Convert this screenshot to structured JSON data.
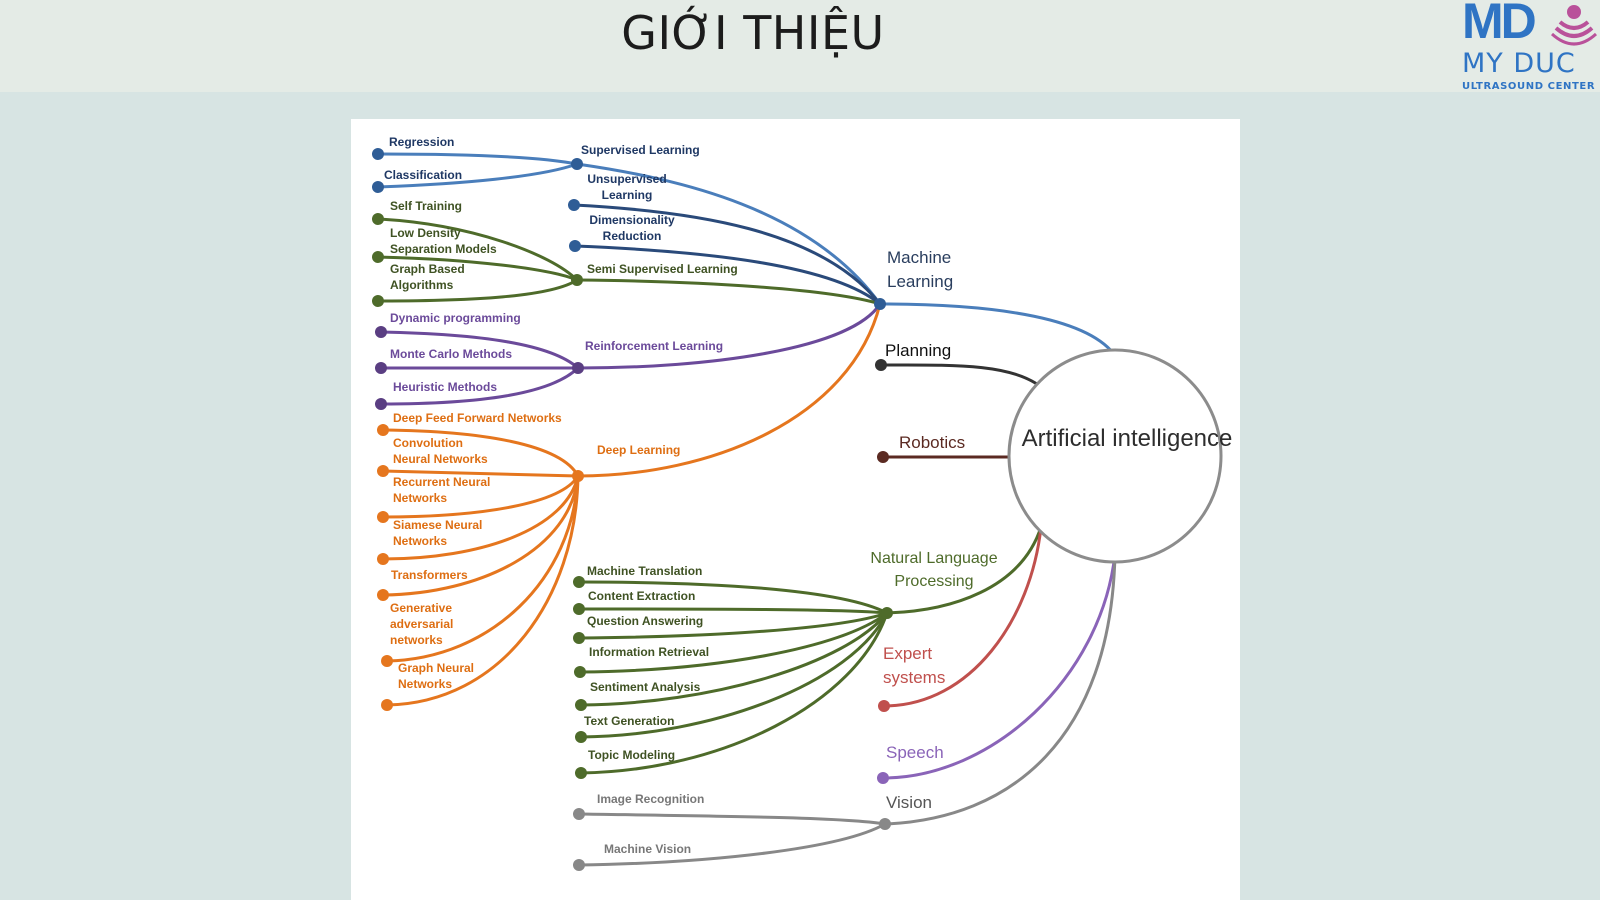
{
  "slide": {
    "title": "GIỚI THIỆU",
    "logo": {
      "mark": "MD",
      "brand": "MY DUC",
      "sub": "ULTRASOUND CENTER"
    }
  },
  "colors": {
    "blue": "#4a7ebb",
    "dark_blue": "#2a4a7a",
    "green": "#4e6b2a",
    "purple": "#6b4a9a",
    "orange": "#e5761e",
    "gray": "#888888",
    "brown": "#5b2a22",
    "red": "#c0504d",
    "dark": "#333333"
  },
  "diagram": {
    "center": "Artificial intelligence",
    "branches": {
      "machine_learning": "Machine Learning",
      "planning": "Planning",
      "robotics": "Robotics",
      "nlp": "Natural Language Processing",
      "expert_systems": "Expert systems",
      "speech": "Speech",
      "vision": "Vision"
    },
    "ml": {
      "supervised": "Supervised Learning",
      "unsupervised": "Unsupervised Learning",
      "dimensionality": "Dimensionality Reduction",
      "semi_supervised": "Semi Supervised Learning",
      "reinforcement": "Reinforcement Learning",
      "deep": "Deep Learning"
    },
    "supervised_leaves": [
      "Regression",
      "Classification"
    ],
    "semi_leaves": [
      "Self Training",
      "Low Density Separation Models",
      "Graph Based Algorithms"
    ],
    "reinforcement_leaves": [
      "Dynamic programming",
      "Monte Carlo Methods",
      "Heuristic Methods"
    ],
    "deep_leaves": [
      "Deep Feed Forward Networks",
      "Convolution Neural Networks",
      "Recurrent Neural Networks",
      "Siamese Neural Networks",
      "Transformers",
      "Generative adversarial networks",
      "Graph Neural Networks"
    ],
    "nlp_leaves": [
      "Machine Translation",
      "Content Extraction",
      "Question Answering",
      "Information Retrieval",
      "Sentiment Analysis",
      "Text Generation",
      "Topic Modeling"
    ],
    "vision_leaves": [
      "Image Recognition",
      "Machine Vision"
    ]
  }
}
